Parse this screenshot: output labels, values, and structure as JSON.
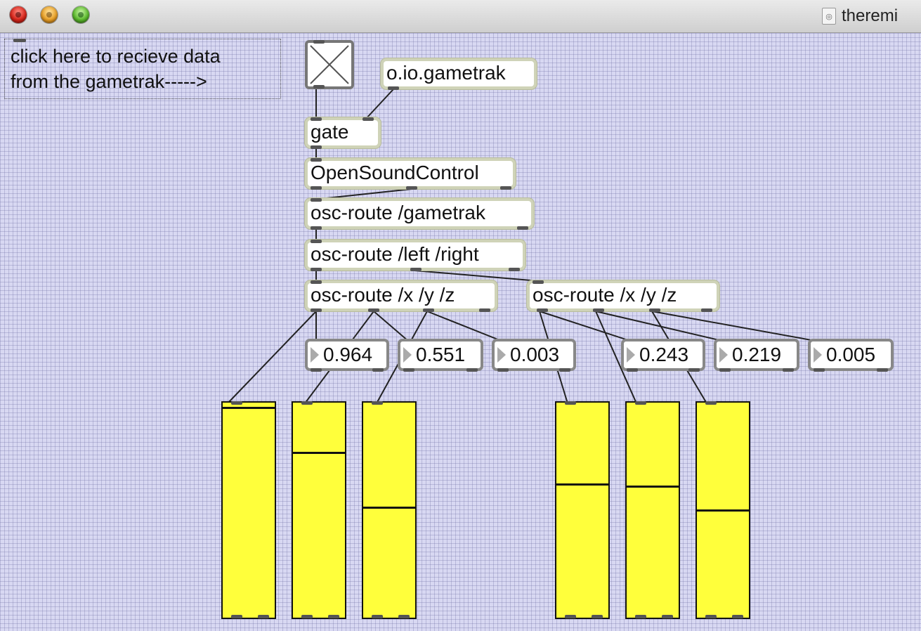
{
  "window": {
    "title": "theremi"
  },
  "colors": {
    "canvas": "#d8d8f2",
    "slider_fill": "#ffff3b",
    "object_border": "#cfd3b8"
  },
  "comment": {
    "lines": [
      "click here to recieve data",
      "from the gametrak----->"
    ]
  },
  "objects": {
    "gametrak": "o.io.gametrak",
    "gate": "gate",
    "osc": "OpenSoundControl",
    "route_gametrak": "osc-route /gametrak",
    "route_left_right": "osc-route /left /right",
    "route_xyz_left": "osc-route /x /y /z",
    "route_xyz_right": "osc-route /x /y /z"
  },
  "number_boxes": [
    "0.964",
    "0.551",
    "0.003",
    "0.243",
    "0.219",
    "0.005"
  ],
  "sliders": [
    0.98,
    0.77,
    0.51,
    0.62,
    0.61,
    0.5
  ]
}
